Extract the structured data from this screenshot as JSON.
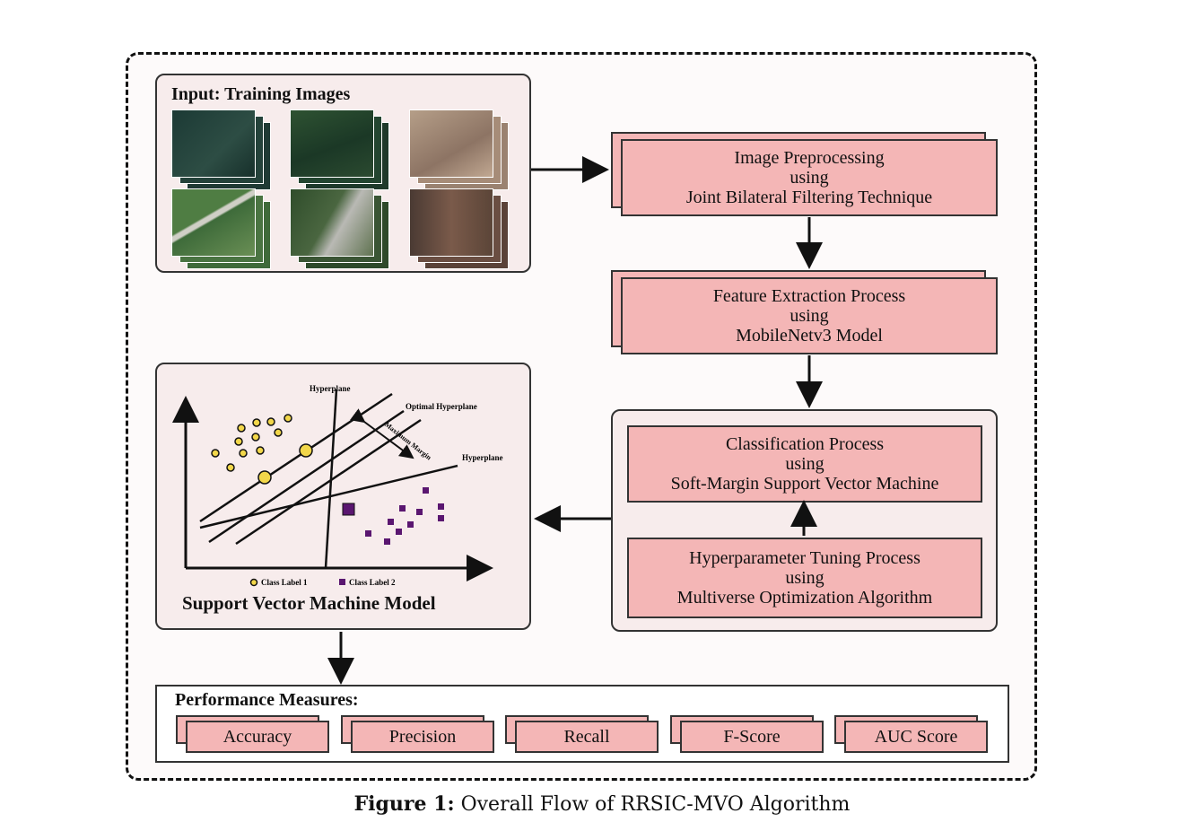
{
  "input_panel": {
    "title": "Input: Training Images"
  },
  "preprocessing": {
    "line1": "Image Preprocessing",
    "line2": "using",
    "line3": "Joint Bilateral Filtering Technique"
  },
  "feature_extraction": {
    "line1": "Feature Extraction Process",
    "line2": "using",
    "line3": "MobileNetv3 Model"
  },
  "classification": {
    "line1": "Classification Process",
    "line2": "using",
    "line3": "Soft-Margin Support Vector Machine"
  },
  "tuning": {
    "line1": "Hyperparameter Tuning Process",
    "line2": "using",
    "line3": "Multiverse Optimization Algorithm"
  },
  "svm_panel": {
    "title": "Support Vector Machine Model",
    "hyperplane_top": "Hyperplane",
    "optimal_hyperplane": "Optimal Hyperplane",
    "maximum_margin": "Maximum Margin",
    "hyperplane_right": "Hyperplane",
    "legend_class1": "Class Label 1",
    "legend_class2": "Class Label 2"
  },
  "performance": {
    "title": "Performance Measures:",
    "metrics": [
      "Accuracy",
      "Precision",
      "Recall",
      "F-Score",
      "AUC Score"
    ]
  },
  "caption": {
    "label": "Figure 1:",
    "text": " Overall Flow of RRSIC-MVO Algorithm"
  },
  "colors": {
    "box_fill": "#f4b6b6",
    "panel_fill": "#f7ecec",
    "border": "#333333",
    "class1": "#f2d74a",
    "class2": "#5a1670"
  }
}
